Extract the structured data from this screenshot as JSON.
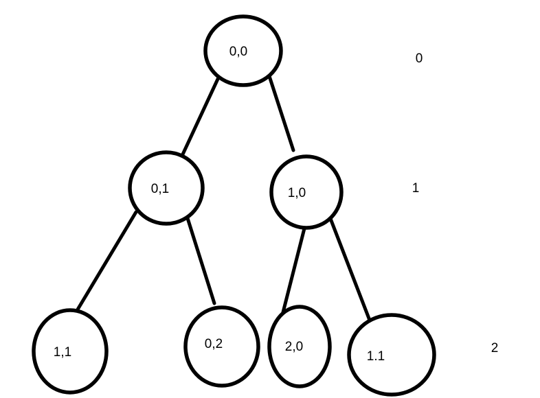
{
  "diagram": {
    "type": "tree",
    "title": "",
    "colors": {
      "stroke": "#000000",
      "text": "#000000",
      "background": "#ffffff"
    },
    "nodes": [
      {
        "id": "n00",
        "label": "0,0",
        "level": 0
      },
      {
        "id": "n01",
        "label": "0,1",
        "level": 1
      },
      {
        "id": "n10",
        "label": "1,0",
        "level": 1
      },
      {
        "id": "n11",
        "label": "1,1",
        "level": 2
      },
      {
        "id": "n02",
        "label": "0,2",
        "level": 2
      },
      {
        "id": "n20",
        "label": "2,0",
        "level": 2
      },
      {
        "id": "n1d1",
        "label": "1.1",
        "level": 2
      }
    ],
    "edges": [
      {
        "from": "0,0",
        "to": "0,1"
      },
      {
        "from": "0,0",
        "to": "1,0"
      },
      {
        "from": "0,1",
        "to": "1,1"
      },
      {
        "from": "0,1",
        "to": "0,2"
      },
      {
        "from": "1,0",
        "to": "2,0"
      },
      {
        "from": "1,0",
        "to": "1.1"
      }
    ],
    "level_labels": [
      {
        "label": "0"
      },
      {
        "label": "1"
      },
      {
        "label": "2"
      }
    ]
  }
}
